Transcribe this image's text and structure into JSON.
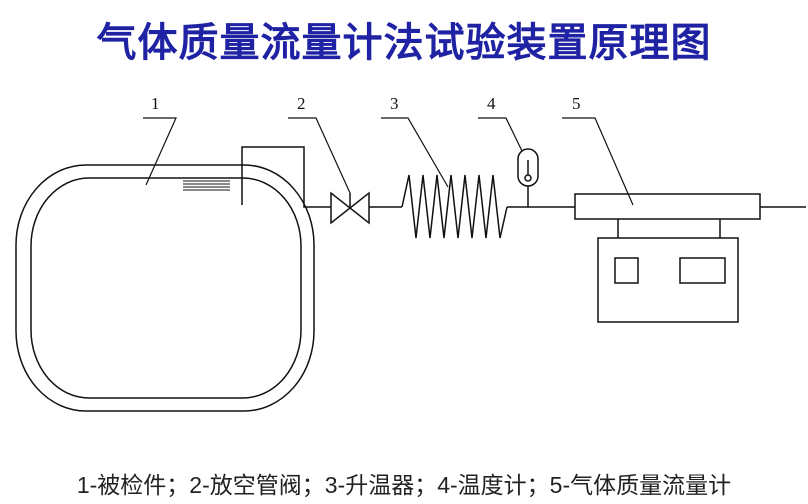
{
  "title": "气体质量流量计法试验装置原理图",
  "callouts": [
    "1",
    "2",
    "3",
    "4",
    "5"
  ],
  "caption": "1-被检件；2-放空管阀；3-升温器；4-温度计；5-气体质量流量计"
}
